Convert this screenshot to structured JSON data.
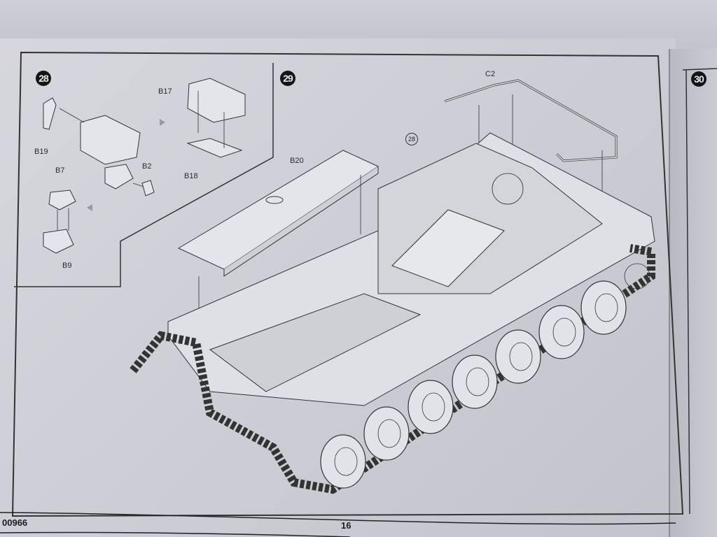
{
  "steps": {
    "s28": "28",
    "s29": "29",
    "s30": "30"
  },
  "step28_parts": {
    "b17": "B17",
    "b19": "B19",
    "b18": "B18",
    "b2": "B2",
    "b7": "B7",
    "b9": "B9"
  },
  "step29_parts": {
    "b20": "B20",
    "c2": "C2",
    "callout": "28"
  },
  "footer": {
    "code": "00966",
    "page_number": "16"
  }
}
